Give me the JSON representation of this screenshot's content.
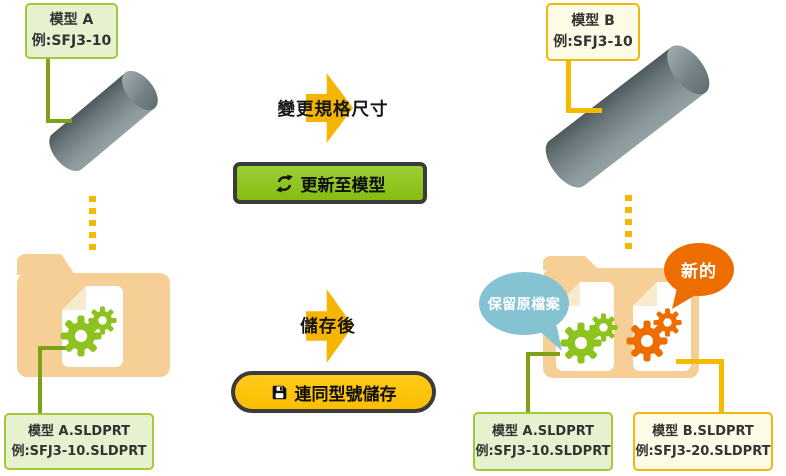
{
  "canvas": {
    "background": "#ffffff"
  },
  "colors": {
    "green_accent": "#8DC21F",
    "green_line": "#7EA215",
    "green_tag_border": "#A4C838",
    "green_tag_bg": "#E6F2CF",
    "yellow_accent": "#F6B500",
    "yellow_line": "#F3BA00",
    "yellow_tag_border": "#F0B713",
    "cream_tag_bg": "#FDFAE5",
    "button_green": "#8FC31F",
    "button_yellow": "#FFC60A",
    "button_border": "#3B3B3B",
    "folder_tan": "#F6CF96",
    "bubble_blue": "#85C3D3",
    "bubble_orange": "#ED6D00",
    "cylinder_gray": "#6E7C80"
  },
  "icons": {
    "update_button": "sync-arrows-icon",
    "save_button": "floppy-disk-icon",
    "document": "gear-icon"
  },
  "left": {
    "model_tag": {
      "line1": "模型 A",
      "line2": "例:SFJ3-10"
    },
    "file_tag": {
      "line1": "模型 A.SLDPRT",
      "line2": "例:SFJ3-10.SLDPRT"
    }
  },
  "center": {
    "step1_caption": "變更規格尺寸",
    "update_button_label": "更新至模型",
    "step2_caption": "儲存後",
    "save_button_label": "連同型號儲存"
  },
  "right": {
    "model_tag": {
      "line1": "模型 B",
      "line2": "例:SFJ3-10"
    },
    "bubble_keep_original": "保留原檔案",
    "bubble_new": "新的",
    "file_tag_original": {
      "line1": "模型 A.SLDPRT",
      "line2": "例:SFJ3-10.SLDPRT"
    },
    "file_tag_new": {
      "line1": "模型 B.SLDPRT",
      "line2": "例:SFJ3-20.SLDPRT"
    }
  }
}
